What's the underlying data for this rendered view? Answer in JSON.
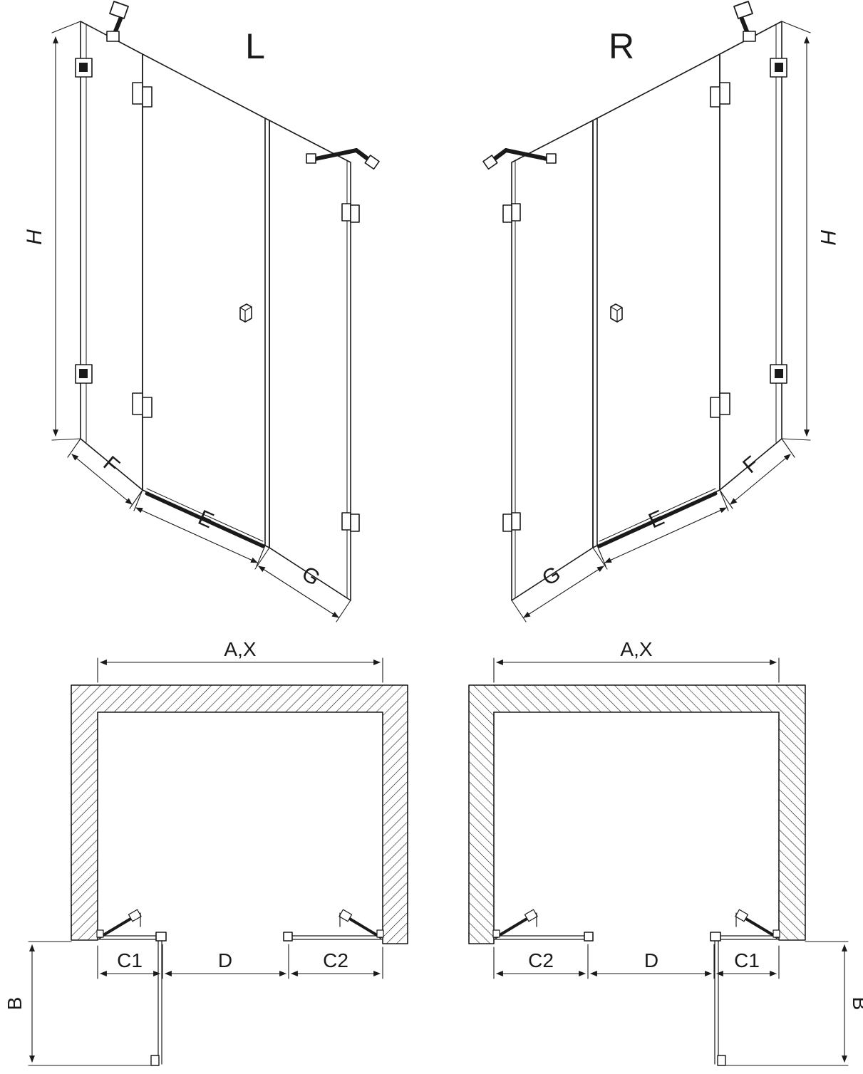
{
  "colors": {
    "line": "#1a1a1a",
    "background": "#ffffff"
  },
  "views": {
    "perspective_left": {
      "title": "L",
      "dim_height": "H",
      "dim_fixed": "F",
      "dim_door": "E",
      "dim_side": "G"
    },
    "perspective_right": {
      "title": "R",
      "dim_height": "H",
      "dim_fixed": "F",
      "dim_door": "E",
      "dim_side": "G"
    },
    "plan_left": {
      "dim_width": "A,X",
      "dim_c1": "C1",
      "dim_d": "D",
      "dim_c2": "C2",
      "dim_b": "B"
    },
    "plan_right": {
      "dim_width": "A,X",
      "dim_c1": "C1",
      "dim_d": "D",
      "dim_c2": "C2",
      "dim_b": "B"
    }
  }
}
